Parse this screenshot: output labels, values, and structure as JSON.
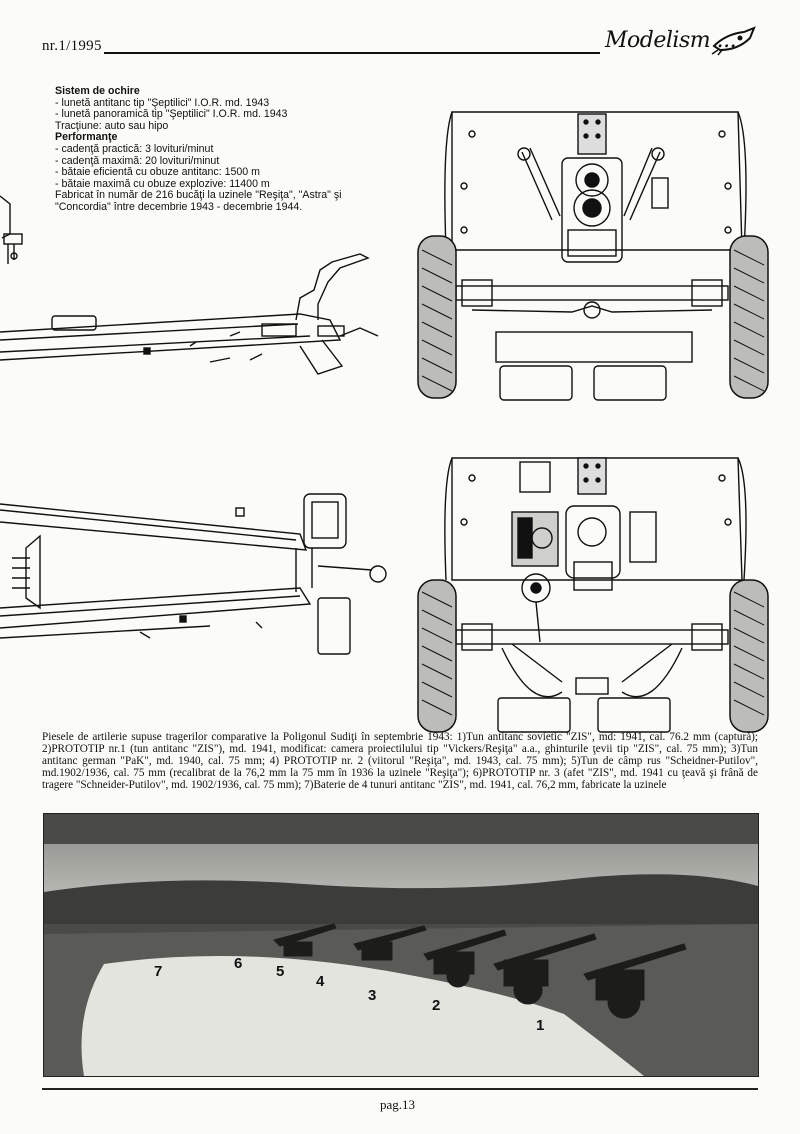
{
  "header": {
    "issue": "nr.1/1995",
    "logo": "Modelism ..."
  },
  "specs": {
    "lines": [
      {
        "text": "Sistem de ochire",
        "bold": true
      },
      {
        "text": "- lunetă antitanc tip \"Şeptilici\" I.O.R. md. 1943",
        "bold": false
      },
      {
        "text": "- lunetă panoramică tip \"Şeptilici\" I.O.R. md. 1943",
        "bold": false
      },
      {
        "text": "Tracţiune: auto sau hipo",
        "bold": false
      },
      {
        "text": "Performanţe",
        "bold": true
      },
      {
        "text": "- cadenţă practică: 3 lovituri/minut",
        "bold": false
      },
      {
        "text": "- cadenţă maximă: 20 lovituri/minut",
        "bold": false
      },
      {
        "text": "- bătaie eficientă cu obuze antitanc: 1500 m",
        "bold": false
      },
      {
        "text": "- bătaie maximă cu obuze explozive: 11400 m",
        "bold": false
      },
      {
        "text": "Fabricat în număr de 216 bucăţi la uzinele \"Reşiţa\", \"Astra\" şi",
        "bold": false
      },
      {
        "text": "\"Concordia\" între decembrie 1943 - decembrie 1944.",
        "bold": false
      }
    ]
  },
  "caption": "Piesele de artilerie supuse tragerilor comparative la Poligonul Sudiţi în septembrie 1943: 1)Tun antitanc sovietic \"ZIS\", md: 1941, cal. 76.2 mm (captură); 2)PROTOTIP nr.1 (tun antitanc \"ZIS\"), md. 1941, modificat: camera proiectilului tip \"Vickers/Reşiţa\" a.a., ghinturile ţevii tip \"ZIS\", cal. 75 mm); 3)Tun antitanc german \"PaK\", md. 1940, cal. 75 mm; 4) PROTOTIP nr. 2 (viitorul \"Reşiţa\", md. 1943, cal. 75 mm); 5)Tun de câmp rus \"Scheidner-Putilov\", md.1902/1936, cal. 75 mm (recalibrat de la 76,2 mm la 75 mm în 1936 la uzinele \"Reşiţa\"); 6)PROTOTIP nr. 3 (afet \"ZIS\", md. 1941 cu ţeavă şi frână de tragere \"Schneider-Putilov\", md. 1902/1936, cal. 75 mm); 7)Baterie de 4 tunuri antitanc \"ZIS\", md. 1941, cal. 76,2 mm, fabricate la uzinele",
  "photo": {
    "markers": [
      "7",
      "6",
      "5",
      "4",
      "3",
      "2",
      "1"
    ]
  },
  "footer": {
    "page": "pag.13"
  },
  "colors": {
    "ink": "#111111",
    "paper": "#fbfbf8"
  }
}
